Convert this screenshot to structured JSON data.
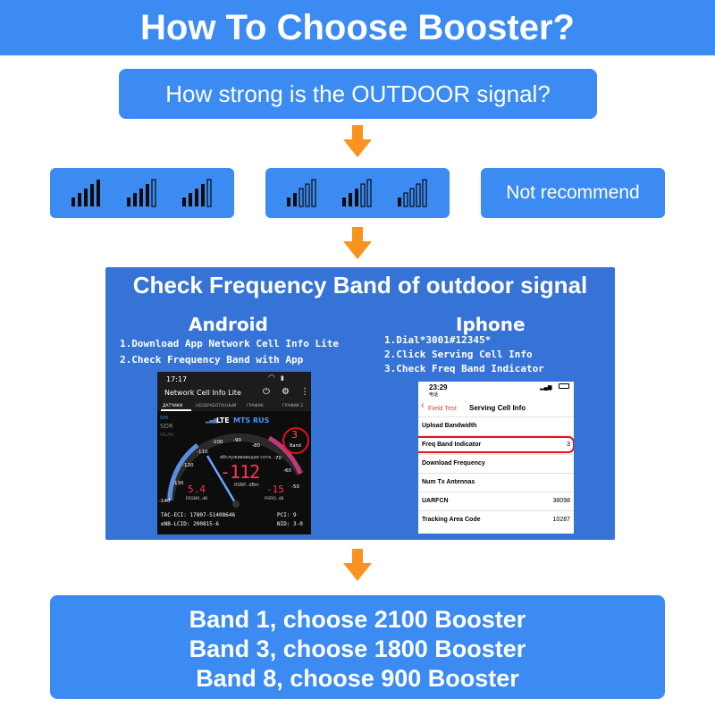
{
  "header": {
    "title": "How To Choose Booster?"
  },
  "question": {
    "text": "How strong is the OUTDOOR signal?"
  },
  "signal_options": {
    "strong": {
      "icon": "signal-bars-strong-icon",
      "bar_levels": [
        5,
        4,
        4
      ]
    },
    "weak": {
      "icon": "signal-bars-weak-icon",
      "bar_levels": [
        2,
        3,
        1
      ]
    },
    "none": {
      "label": "Not recommend"
    }
  },
  "frequency_section": {
    "title": "Check Frequency Band of outdoor signal",
    "android": {
      "title": "Android",
      "steps": [
        "1.Download App Network Cell Info Lite",
        "2.Check Frequency Band with App"
      ],
      "screen": {
        "time": "17:17",
        "app_name": "Network Cell Info Lite",
        "tabs": [
          "ДАТЧИКИ",
          "НЕОБРАБОТАННЫЙ",
          "ГРАФИК",
          "ГРАФИК 2"
        ],
        "network": "LTE",
        "operator": "MTS RUS",
        "band_value": "3",
        "band_label": "Band",
        "gauge_ticks": [
          "-140",
          "-130",
          "-120",
          "-110",
          "-100",
          "-90",
          "-80",
          "-70",
          "-60",
          "-50"
        ],
        "service_text": "обслуживающая сота",
        "rsrp_value": "-112",
        "rsrp_unit": "RSRP, dBm",
        "rssnr_value": "5.4",
        "rssnr_unit": "RSSNR, dB",
        "rsrq_value": "-15",
        "rsrq_unit": "RSRQ, dB",
        "side_labels": [
          "SIM",
          "SDR",
          "WLAN"
        ],
        "tac_eci": "TAC-ECI: 17807-51408646",
        "enb_lcid": "eNB-LCID: 200815-6",
        "pci": "PCI: 9",
        "nid": "NID: 3-0"
      }
    },
    "iphone": {
      "title": "Iphone",
      "steps": [
        "1.Dial*3001#12345*",
        "2.Click Serving Cell Info",
        "3.Check Freq Band Indicator"
      ],
      "screen": {
        "time": "23:29",
        "carrier": "电话",
        "back_label": "Field Test",
        "page_title": "Serving Cell Info",
        "rows": [
          {
            "label": "Upload Bandwidth",
            "value": ""
          },
          {
            "label": "Freq Band Indicator",
            "value": "3"
          },
          {
            "label": "Download Frequency",
            "value": ""
          },
          {
            "label": "Num Tx Antennas",
            "value": ""
          },
          {
            "label": "UARFCN",
            "value": "38098"
          },
          {
            "label": "Tracking Area Code",
            "value": "10287"
          }
        ]
      }
    }
  },
  "result": {
    "lines": [
      "Band 1, choose 2100 Booster",
      "Band 3, choose 1800 Booster",
      "Band 8, choose 900 Booster"
    ]
  },
  "colors": {
    "primary_blue": "#3b8bf3",
    "panel_blue": "#3673d6",
    "arrow_orange": "#f7931e",
    "highlight_red": "#e0141e",
    "ios_link_red": "#d9463b"
  }
}
